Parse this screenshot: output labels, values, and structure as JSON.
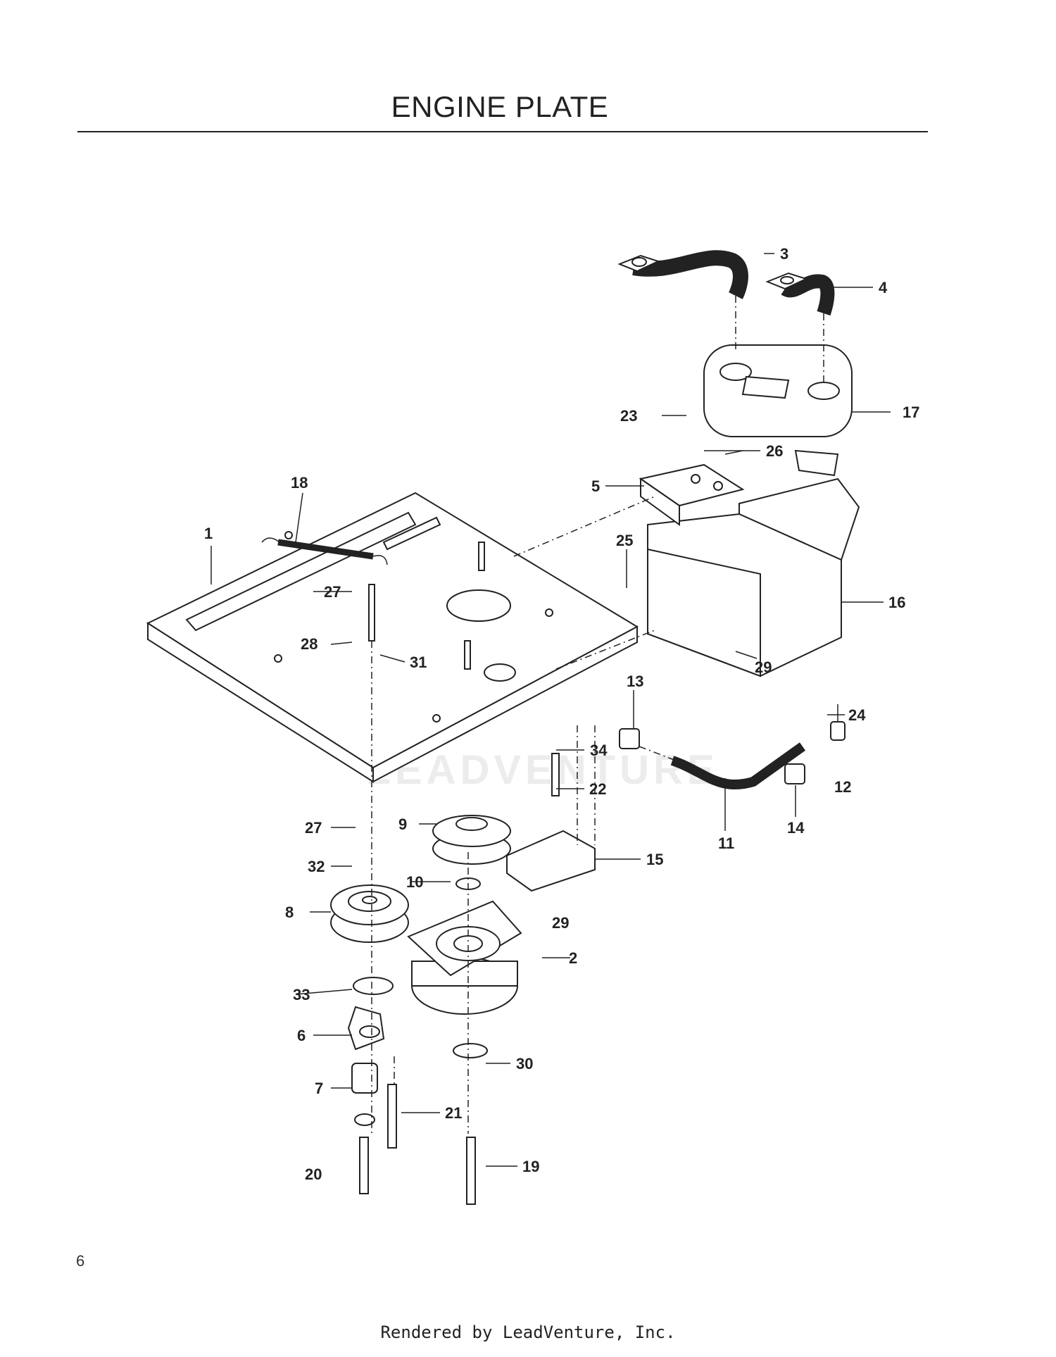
{
  "page": {
    "title": "ENGINE PLATE",
    "page_number": "6",
    "footer": "Rendered by LeadVenture, Inc.",
    "watermark": "LEADVENTURE"
  },
  "callouts": [
    {
      "id": "1",
      "label": "1"
    },
    {
      "id": "2",
      "label": "2"
    },
    {
      "id": "3",
      "label": "3"
    },
    {
      "id": "4",
      "label": "4"
    },
    {
      "id": "5",
      "label": "5"
    },
    {
      "id": "6",
      "label": "6"
    },
    {
      "id": "7",
      "label": "7"
    },
    {
      "id": "8",
      "label": "8"
    },
    {
      "id": "9",
      "label": "9"
    },
    {
      "id": "10",
      "label": "10"
    },
    {
      "id": "11",
      "label": "11"
    },
    {
      "id": "12",
      "label": "12"
    },
    {
      "id": "13",
      "label": "13"
    },
    {
      "id": "14",
      "label": "14"
    },
    {
      "id": "15",
      "label": "15"
    },
    {
      "id": "16",
      "label": "16"
    },
    {
      "id": "17",
      "label": "17"
    },
    {
      "id": "18",
      "label": "18"
    },
    {
      "id": "19",
      "label": "19"
    },
    {
      "id": "20",
      "label": "20"
    },
    {
      "id": "21",
      "label": "21"
    },
    {
      "id": "22",
      "label": "22"
    },
    {
      "id": "23",
      "label": "23"
    },
    {
      "id": "24",
      "label": "24"
    },
    {
      "id": "25",
      "label": "25"
    },
    {
      "id": "26",
      "label": "26"
    },
    {
      "id": "27a",
      "label": "27"
    },
    {
      "id": "27b",
      "label": "27"
    },
    {
      "id": "28",
      "label": "28"
    },
    {
      "id": "29a",
      "label": "29"
    },
    {
      "id": "29b",
      "label": "29"
    },
    {
      "id": "30",
      "label": "30"
    },
    {
      "id": "31",
      "label": "31"
    },
    {
      "id": "32",
      "label": "32"
    },
    {
      "id": "33",
      "label": "33"
    },
    {
      "id": "34",
      "label": "34"
    }
  ]
}
